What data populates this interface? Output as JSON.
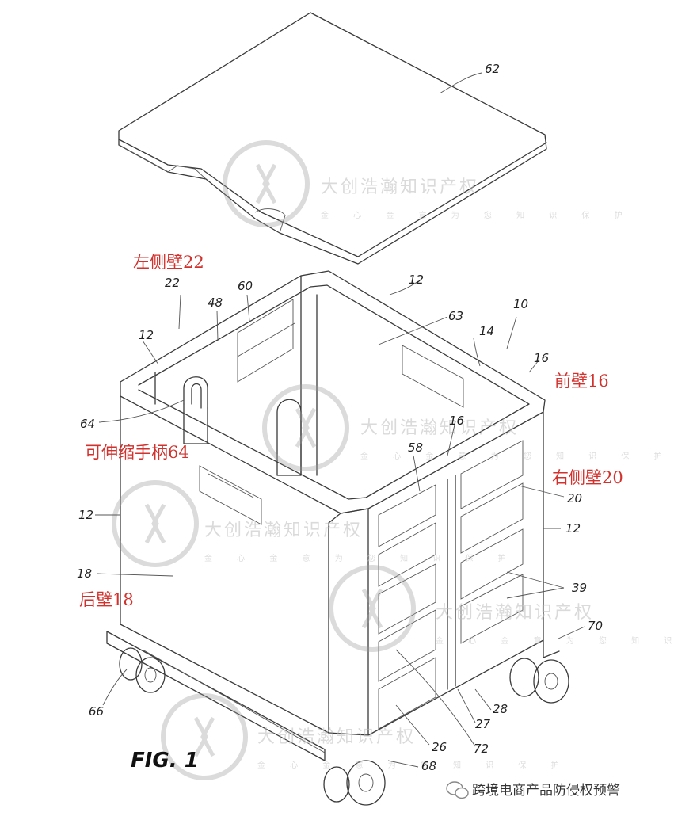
{
  "figure_label": "FIG. 1",
  "annotations": {
    "left_side_wall": "左侧壁22",
    "front_wall": "前壁16",
    "right_side_wall": "右侧壁20",
    "retractable_handle": "可伸缩手柄64",
    "rear_wall": "后壁18"
  },
  "reference_numerals": {
    "lid": "62",
    "top_frame_back": "12",
    "assembly": "10",
    "interior": "63",
    "inner_wall": "14",
    "front_corner": "16",
    "left_wall_ref": "22",
    "upright_48": "48",
    "hinge_60": "60",
    "top_frame_left": "12",
    "handle_ref": "64",
    "hinge_58": "58",
    "hinge_16": "16",
    "right_wall_ref": "20",
    "frame_left_side": "12",
    "frame_right_side": "12",
    "rear_wall_ref": "18",
    "rib_39": "39",
    "caster_70": "70",
    "caster_66": "66",
    "base_28": "28",
    "panel_27": "27",
    "panel_26": "26",
    "bar_72": "72",
    "caster_68": "68"
  },
  "watermark": {
    "text": "大创浩瀚知识产权",
    "subtext": "金 心 金 意 为 您 知 识 保 护"
  },
  "footer": {
    "channel": "跨境电商产品防侵权预警"
  }
}
